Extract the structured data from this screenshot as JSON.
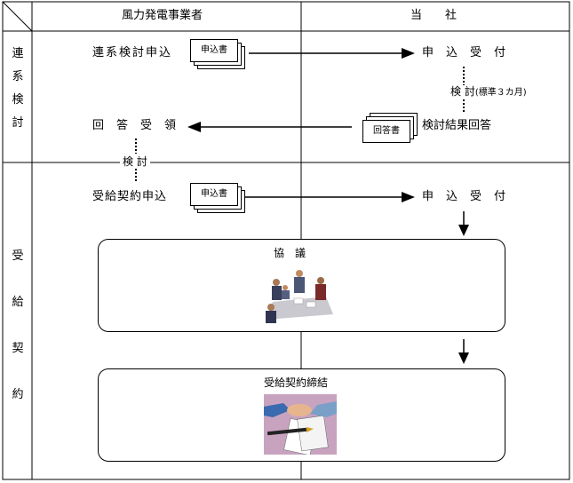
{
  "header": {
    "left": "風力発電事業者",
    "right": "当　　社"
  },
  "sections": {
    "renkei": [
      "連",
      "系",
      "検",
      "討"
    ],
    "jukyu": [
      "受",
      "給",
      "契",
      "約"
    ]
  },
  "renkei": {
    "apply": "連系検討申込",
    "apply_doc": "申込書",
    "accept": "申込受付",
    "review": "検 討",
    "review_note": "(標準３カ月)",
    "result_doc": "回答書",
    "result": "検討結果回答",
    "receive": "回答受領",
    "consider": "検 討"
  },
  "jukyu": {
    "apply": "受給契約申込",
    "apply_doc": "申込書",
    "accept": "申込受付",
    "meeting": "協　議",
    "contract": "受給契約締結"
  }
}
